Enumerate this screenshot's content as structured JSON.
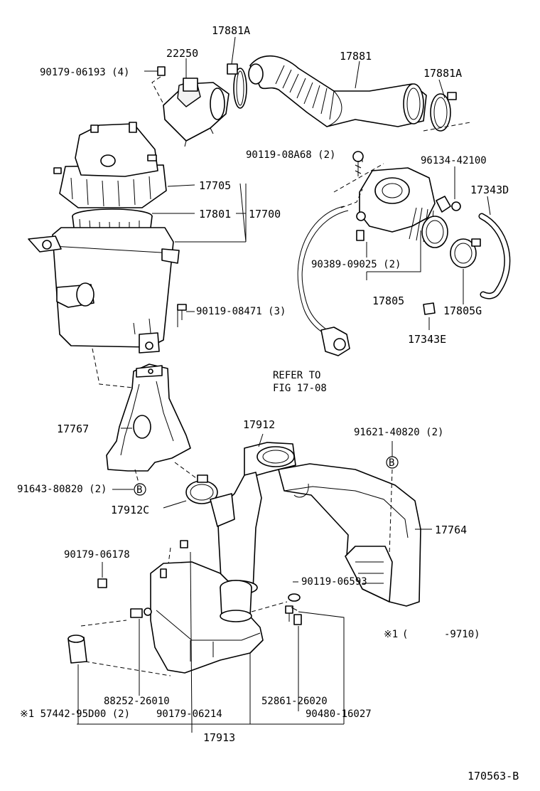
{
  "diagram_id": "170563-B",
  "refer_note": [
    "REFER TO",
    "FIG 17-08"
  ],
  "remark": {
    "mark": "※1",
    "range": "(      -9710)"
  },
  "circle_mark": "B",
  "labels": {
    "p17881A_top": "17881A",
    "p17881": "17881",
    "p17881A_right": "17881A",
    "p22250": "22250",
    "p90179_06193": "90179-06193 (4)",
    "p17705": "17705",
    "p17801": "17801",
    "p17700": "17700",
    "p90119_08A68": "90119-08A68 (2)",
    "p96134_42100": "96134-42100",
    "p17343D": "17343D",
    "p90389_09025": "90389-09025 (2)",
    "p17805": "17805",
    "p17805G": "17805G",
    "p17343E": "17343E",
    "p90119_08471": "90119-08471 (3)",
    "p17767": "17767",
    "p17912": "17912",
    "p91621_40820": "91621-40820 (2)",
    "p91643_80820": "91643-80820 (2)",
    "p17912C": "17912C",
    "p17764": "17764",
    "p90179_06178": "90179-06178",
    "p90119_06593": "90119-06593",
    "p88252_26010": "88252-26010",
    "p57442_95D00": "※1 57442-95D00 (2)",
    "p90179_06214": "90179-06214",
    "p52861_26020": "52861-26020",
    "p90480_16027": "90480-16027",
    "p17913": "17913"
  }
}
